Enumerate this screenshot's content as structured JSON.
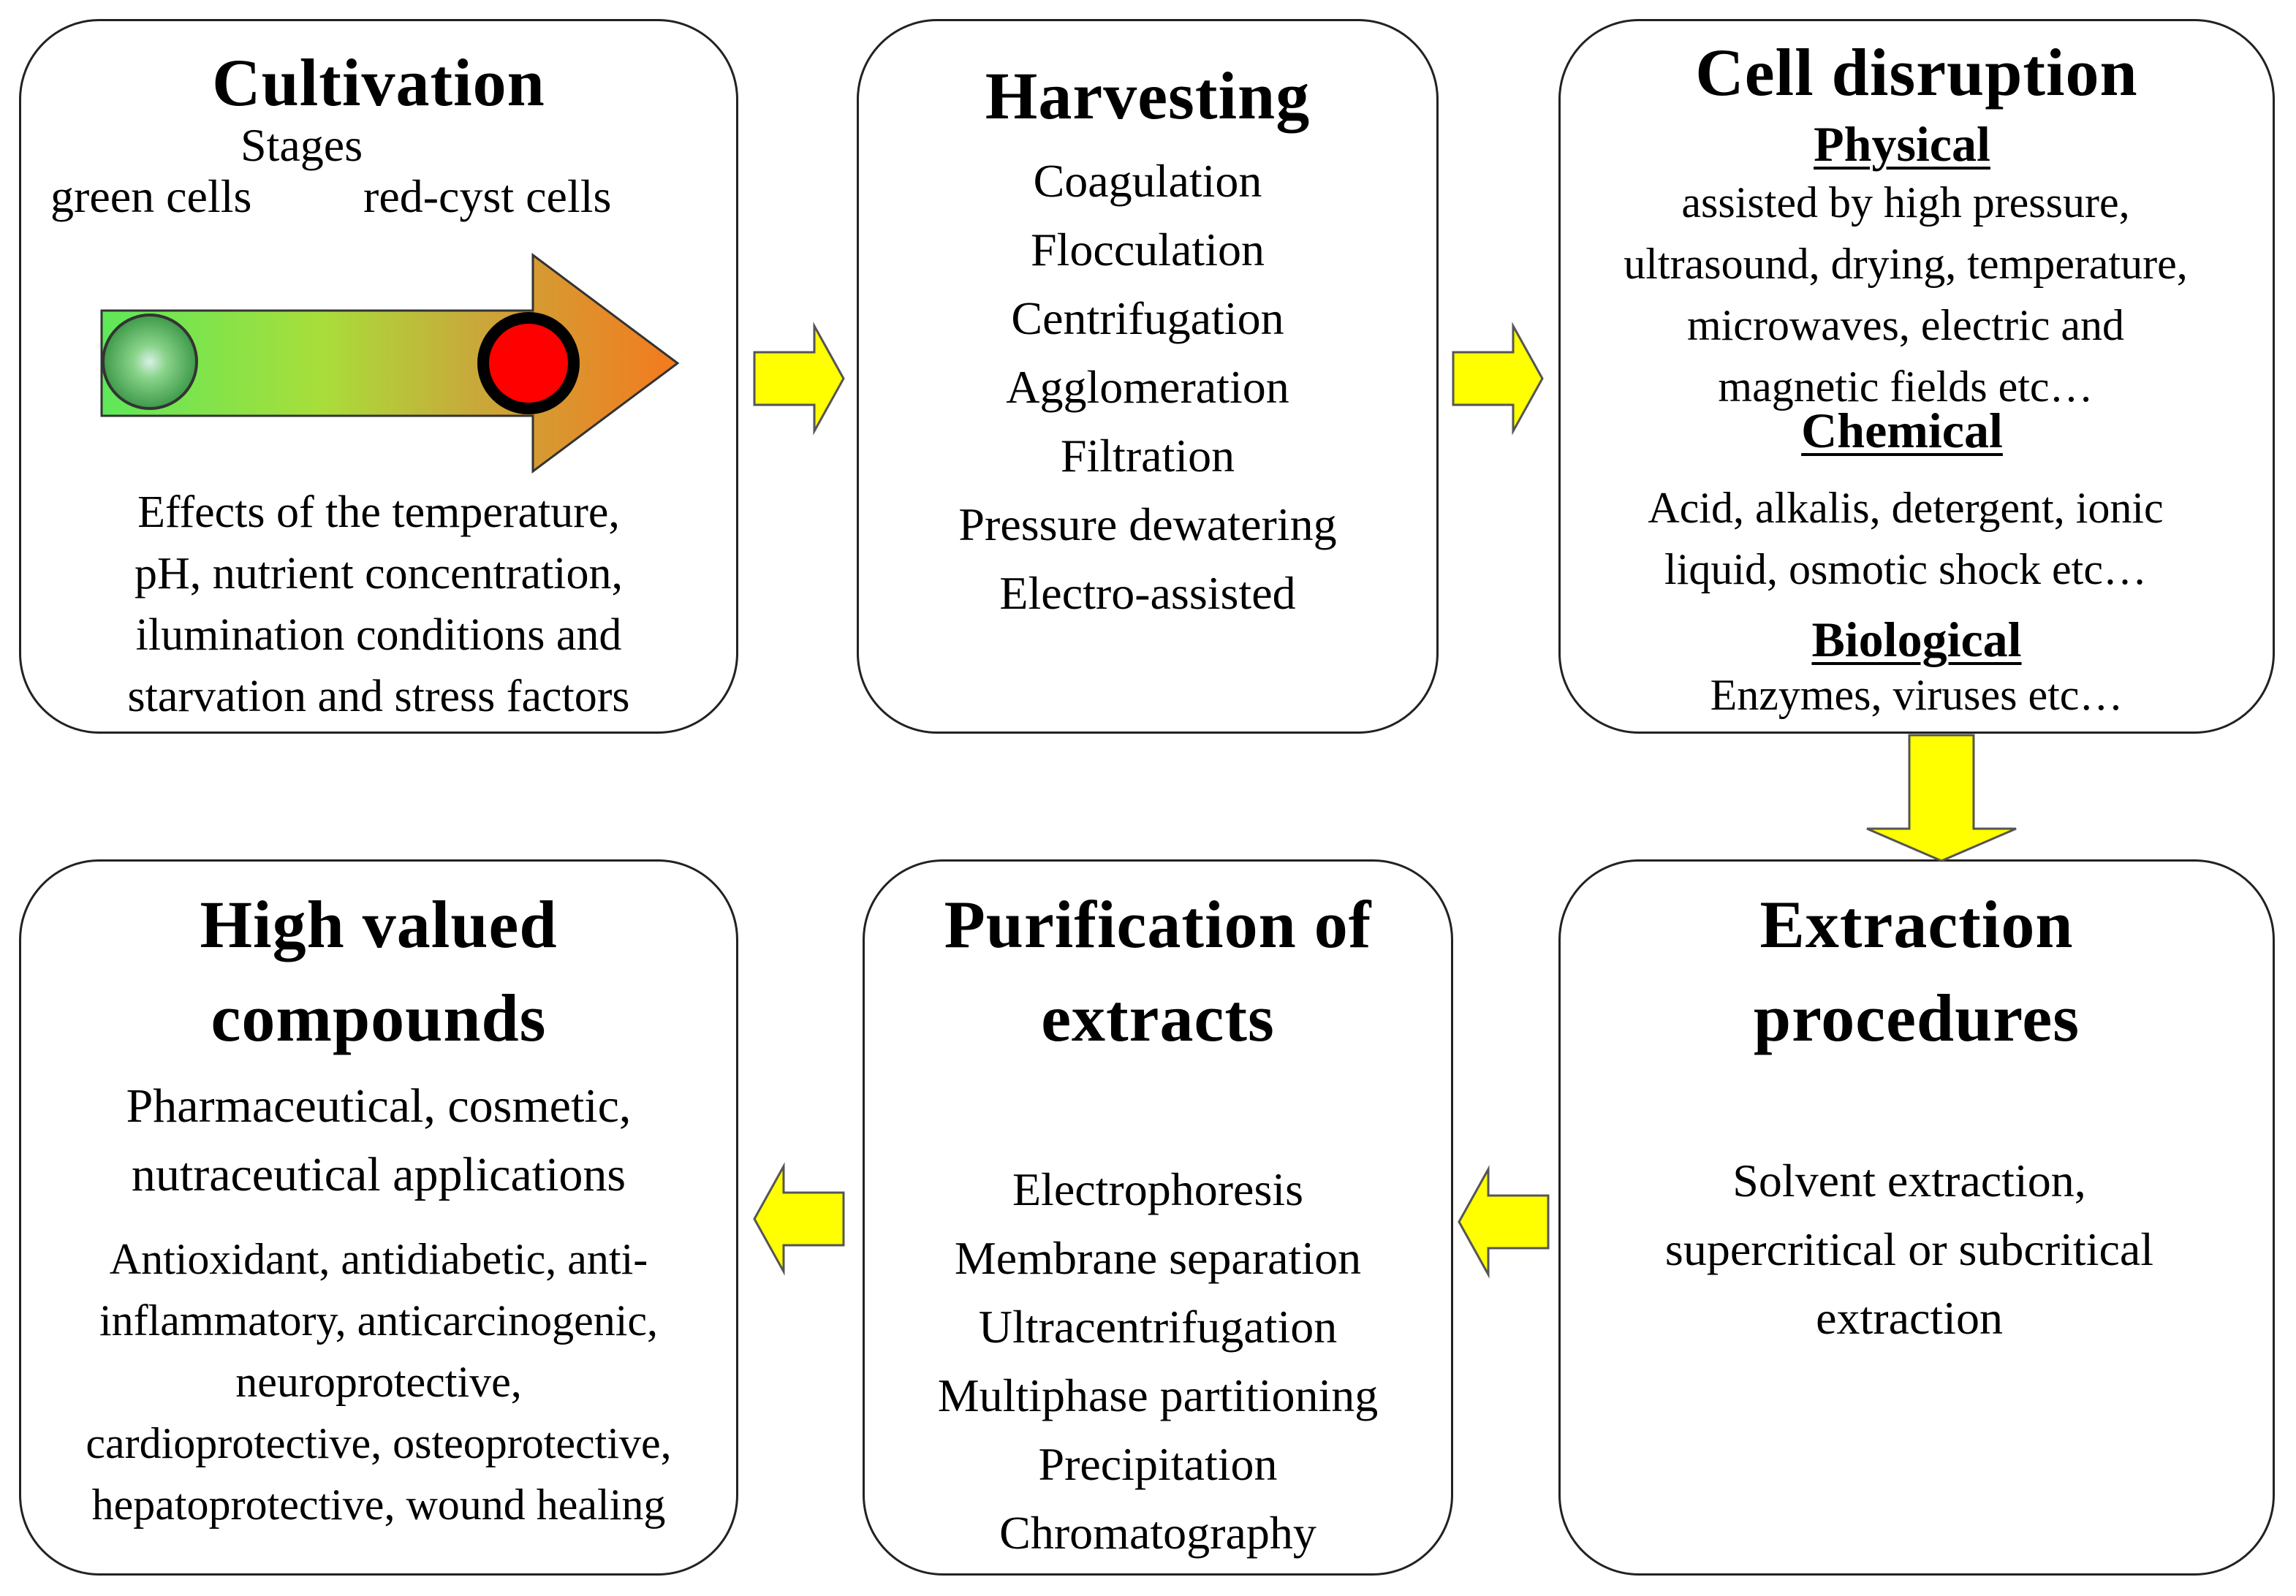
{
  "cultivation": {
    "title": "Cultivation",
    "stages_label": "Stages",
    "green_label": "green cells",
    "red_label": "red-cyst cells",
    "effects": [
      "Effects of the temperature,",
      "pH, nutrient concentration,",
      "ilumination conditions and",
      "starvation and stress factors"
    ],
    "colors": {
      "arrow_start": "#5ee85a",
      "arrow_end": "#f47a1e",
      "green_cell": "#6fcf73",
      "red_cell": "#ff0000"
    }
  },
  "harvesting": {
    "title": "Harvesting",
    "items": [
      "Coagulation",
      "Flocculation",
      "Centrifugation",
      "Agglomeration",
      "Filtration",
      "Pressure dewatering",
      "Electro-assisted"
    ]
  },
  "cell_disruption": {
    "title": "Cell disruption",
    "physical": {
      "heading": "Physical",
      "lines": [
        "assisted by high pressure,",
        "ultrasound, drying, temperature,",
        "microwaves, electric and",
        "magnetic fields etc…"
      ]
    },
    "chemical": {
      "heading": "Chemical",
      "lines": [
        "Acid, alkalis, detergent, ionic",
        "liquid, osmotic shock etc…"
      ]
    },
    "biological": {
      "heading": "Biological",
      "lines": [
        "Enzymes, viruses etc…"
      ]
    }
  },
  "extraction": {
    "title_lines": [
      "Extraction",
      "procedures"
    ],
    "lines": [
      "Solvent extraction,",
      "supercritical or subcritical",
      "extraction"
    ]
  },
  "purification": {
    "title_lines": [
      "Purification of",
      "extracts"
    ],
    "items": [
      "Electrophoresis",
      "Membrane separation",
      "Ultracentrifugation",
      "Multiphase partitioning",
      "Precipitation",
      "Chromatography"
    ]
  },
  "compounds": {
    "title_lines": [
      "High valued",
      "compounds"
    ],
    "applications": [
      "Pharmaceutical, cosmetic,",
      "nutraceutical applications"
    ],
    "properties": [
      "Antioxidant, antidiabetic, anti-",
      "inflammatory, anticarcinogenic,",
      "neuroprotective,",
      "cardioprotective, osteoprotective,",
      "hepatoprotective, wound healing"
    ]
  },
  "flow_arrow": {
    "fill": "#ffff00",
    "stroke": "#555555"
  }
}
